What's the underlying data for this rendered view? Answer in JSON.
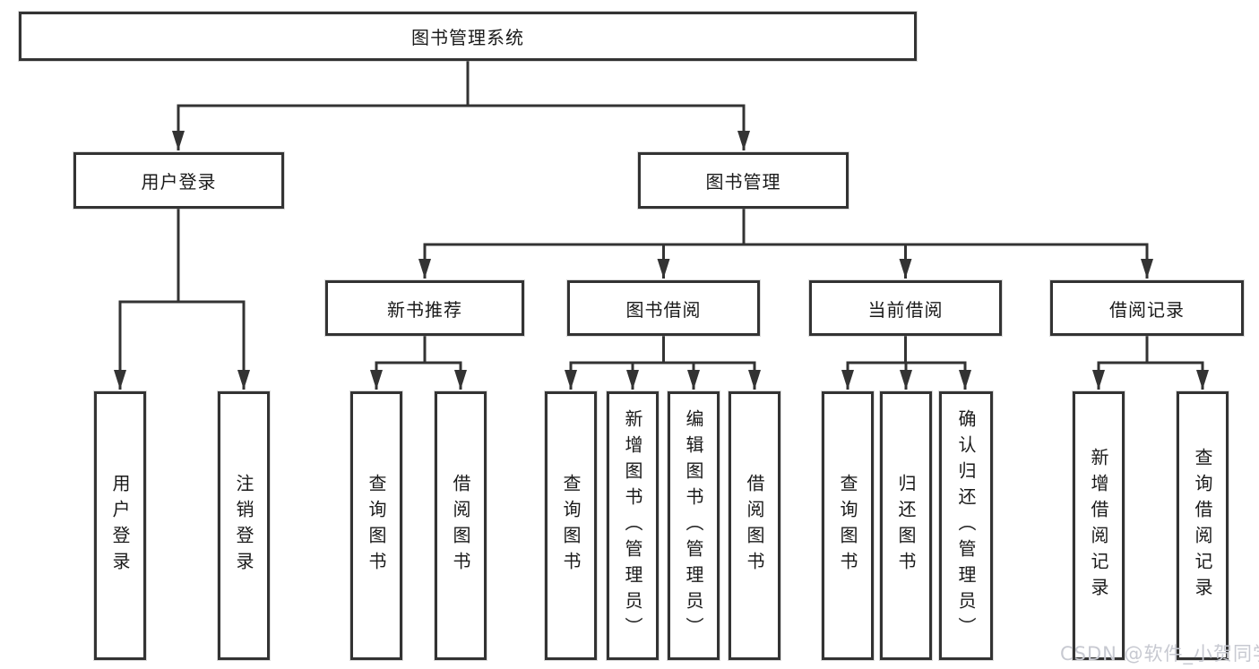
{
  "diagram": {
    "type": "tree",
    "orientation": "top-down",
    "tree": {
      "label": "图书管理系统",
      "children": [
        {
          "label": "用户登录",
          "children": [
            {
              "label": "用户登录"
            },
            {
              "label": "注销登录"
            }
          ]
        },
        {
          "label": "图书管理",
          "children": [
            {
              "label": "新书推荐",
              "children": [
                {
                  "label": "查询图书"
                },
                {
                  "label": "借阅图书"
                }
              ]
            },
            {
              "label": "图书借阅",
              "children": [
                {
                  "label": "查询图书"
                },
                {
                  "label": "新增图书（管理员）"
                },
                {
                  "label": "编辑图书（管理员）"
                },
                {
                  "label": "借阅图书"
                }
              ]
            },
            {
              "label": "当前借阅",
              "children": [
                {
                  "label": "查询图书"
                },
                {
                  "label": "归还图书"
                },
                {
                  "label": "确认归还（管理员）"
                }
              ]
            },
            {
              "label": "借阅记录",
              "children": [
                {
                  "label": "新增借阅记录"
                },
                {
                  "label": "查询借阅记录"
                }
              ]
            }
          ]
        }
      ]
    },
    "colors": {
      "line": "#333333",
      "box_border": "#333333",
      "box_fill": "#ffffff",
      "text": "#1a1a1a",
      "watermark": "#c7c9d1",
      "background": "#ffffff"
    }
  },
  "watermark": {
    "text": "CSDN @软件_小贺同学"
  }
}
